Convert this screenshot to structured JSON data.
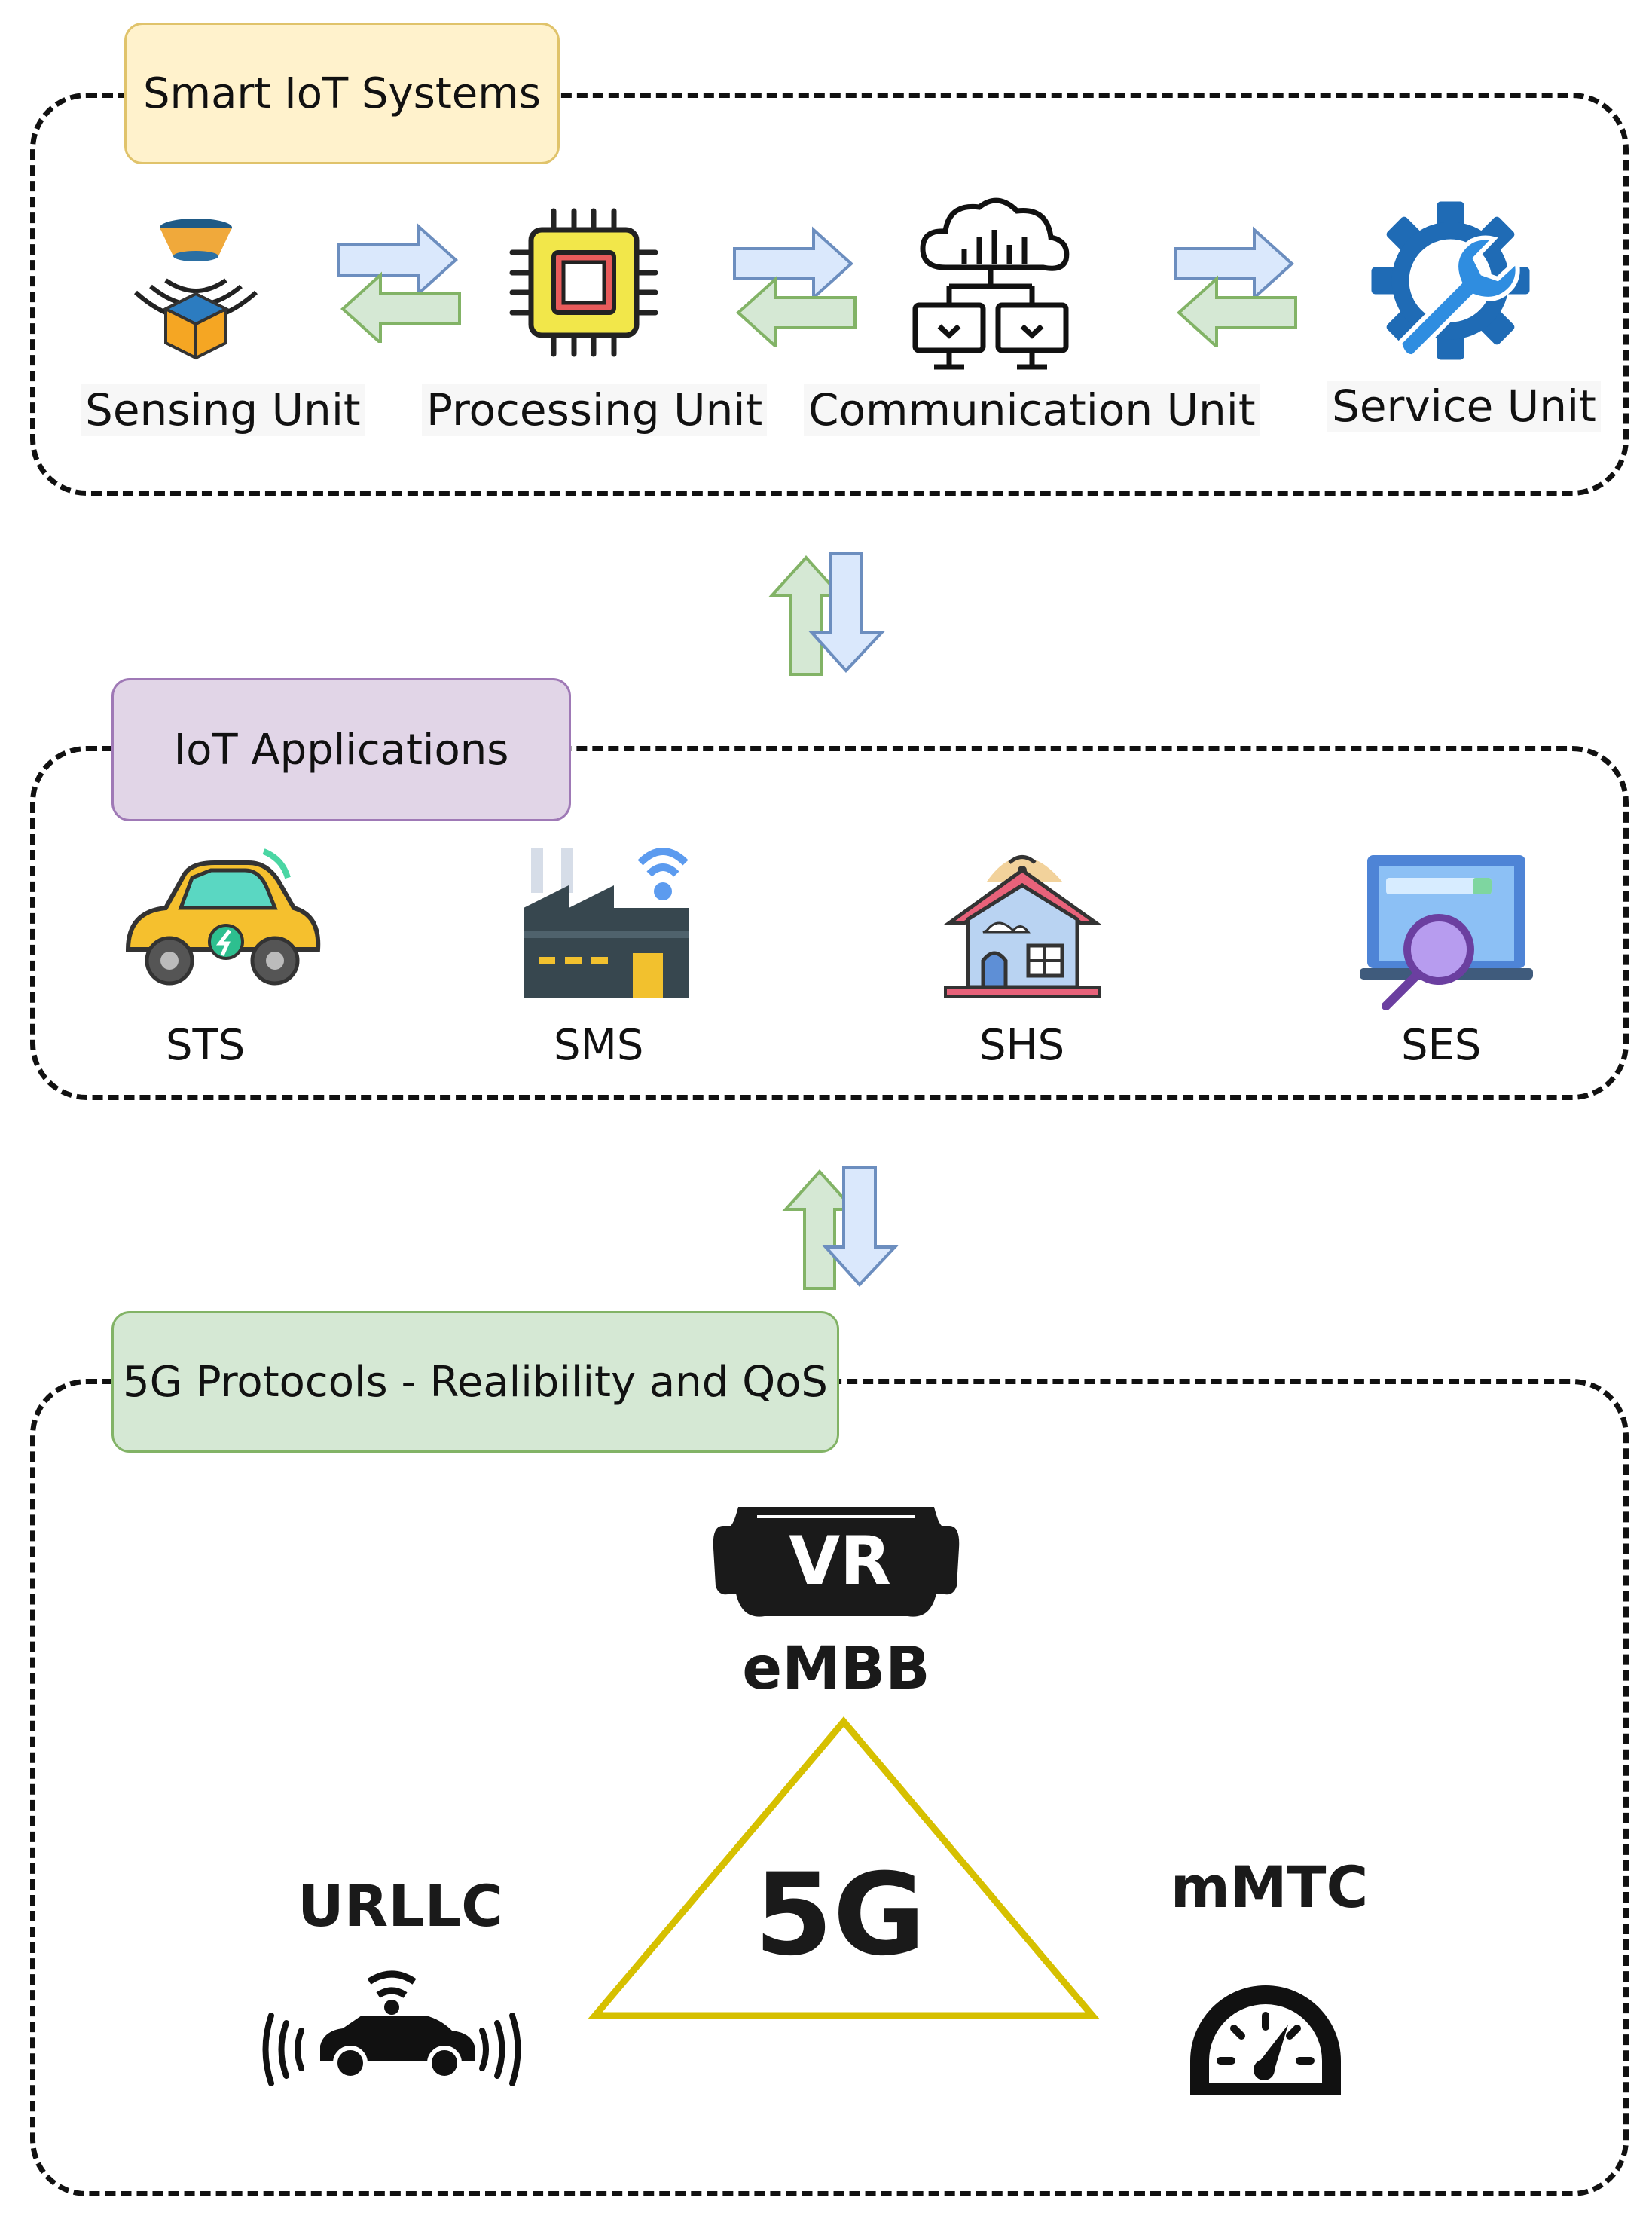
{
  "sections": {
    "systems": {
      "title": "Smart IoT Systems",
      "color": "#fff2cc",
      "border": "#e0c36b"
    },
    "applications": {
      "title": "IoT Applications",
      "color": "#e1d5e7",
      "border": "#9f79b6"
    },
    "protocols": {
      "title": "5G Protocols - Realibility and QoS",
      "color": "#d5e8d4",
      "border": "#82b366"
    }
  },
  "units": [
    {
      "label": "Sensing Unit",
      "icon": "sensor-icon"
    },
    {
      "label": "Processing Unit",
      "icon": "cpu-chip-icon"
    },
    {
      "label": "Communication Unit",
      "icon": "cloud-network-icon"
    },
    {
      "label": "Service Unit",
      "icon": "gear-wrench-icon"
    }
  ],
  "applications": [
    {
      "label": "STS",
      "icon": "electric-car-icon"
    },
    {
      "label": "SMS",
      "icon": "smart-factory-icon"
    },
    {
      "label": "SHS",
      "icon": "smart-home-icon"
    },
    {
      "label": "SES",
      "icon": "laptop-search-icon"
    }
  ],
  "protocols": {
    "center": "5G",
    "top": {
      "label": "eMBB",
      "badge": "VR",
      "icon": "vr-headset-icon"
    },
    "left": {
      "label": "URLLC",
      "icon": "autonomous-car-icon"
    },
    "right": {
      "label": "mMTC",
      "icon": "speedometer-icon"
    }
  },
  "colors": {
    "arrow_blue": "#dae8fc",
    "arrow_blue_stroke": "#6c8ebf",
    "arrow_green": "#d5e8d4",
    "arrow_green_stroke": "#82b366",
    "triangle": "#d6c000"
  }
}
